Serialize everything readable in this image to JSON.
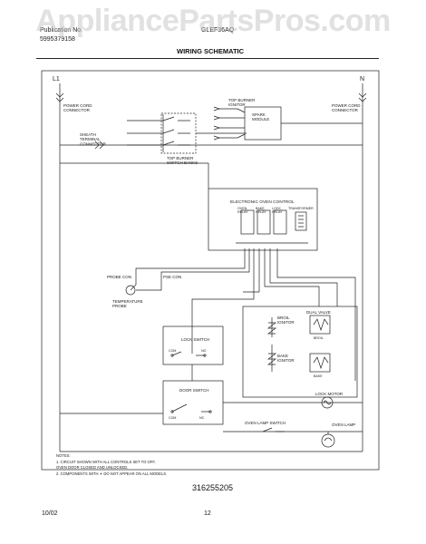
{
  "header": {
    "publication_label": "Publication No.",
    "publication_number": "5995379158",
    "model": "GLEF36AQ",
    "title": "WIRING SCHEMATIC",
    "watermark": "AppliancePartsPros.com"
  },
  "terminals": {
    "line": "L1",
    "neutral": "N"
  },
  "components": {
    "power_cord_left": "POWER CORD\nCONNECTOR",
    "power_cord_right": "POWER CORD\nCONNECTOR",
    "sheath_connector": "SHEATH\nTERMINAL\nCONNECTOR",
    "top_burner_switches": "TOP BURNER\nSWITCH BANKS",
    "top_burner_ignitor": "TOP BURNER\nIGNITOR",
    "spark_module": "SPARK\nMODULE",
    "eoc_title": "ELECTRONIC OVEN CONTROL",
    "relay_1": "OVEN\nRELAY",
    "relay_2": "BAKE\nRELAY",
    "relay_3": "LOCK\nRELAY",
    "transformer": "TRANSFORMER",
    "probe_con": "PROBE CON",
    "probe_sen": "PSE CON",
    "temp_probe": "TEMPERATURE\nPROBE",
    "lock_switch": "LOCK SWITCH",
    "door_switch": "DOOR SWITCH",
    "broil_ignitor": "BROIL\nIGNITOR",
    "dual_valve": "DUAL VALVE",
    "bake_ignitor": "BAKE\nIGNITOR",
    "broil_coil": "BROIL",
    "bake_coil": "BAKE",
    "lock_motor": "LOCK MOTOR",
    "oven_lamp": "OVEN LAMP",
    "oven_lamp_switch": "OVEN LAMP SWITCH",
    "com": "COM",
    "no": "NO",
    "nc": "NC"
  },
  "notes": {
    "heading": "NOTES:",
    "note_1a": "1.  CIRCUIT SHOWN WITH ALL CONTROLS SET TO OFF,",
    "note_1b": "     OVEN DOOR CLOSED AND UNLOCKED.",
    "note_2": "2.  COMPONENTS WITH ✶ DO NOT APPEAR ON ALL MODELS."
  },
  "footer": {
    "part_number": "316255205",
    "date": "10/02",
    "page": "12"
  }
}
